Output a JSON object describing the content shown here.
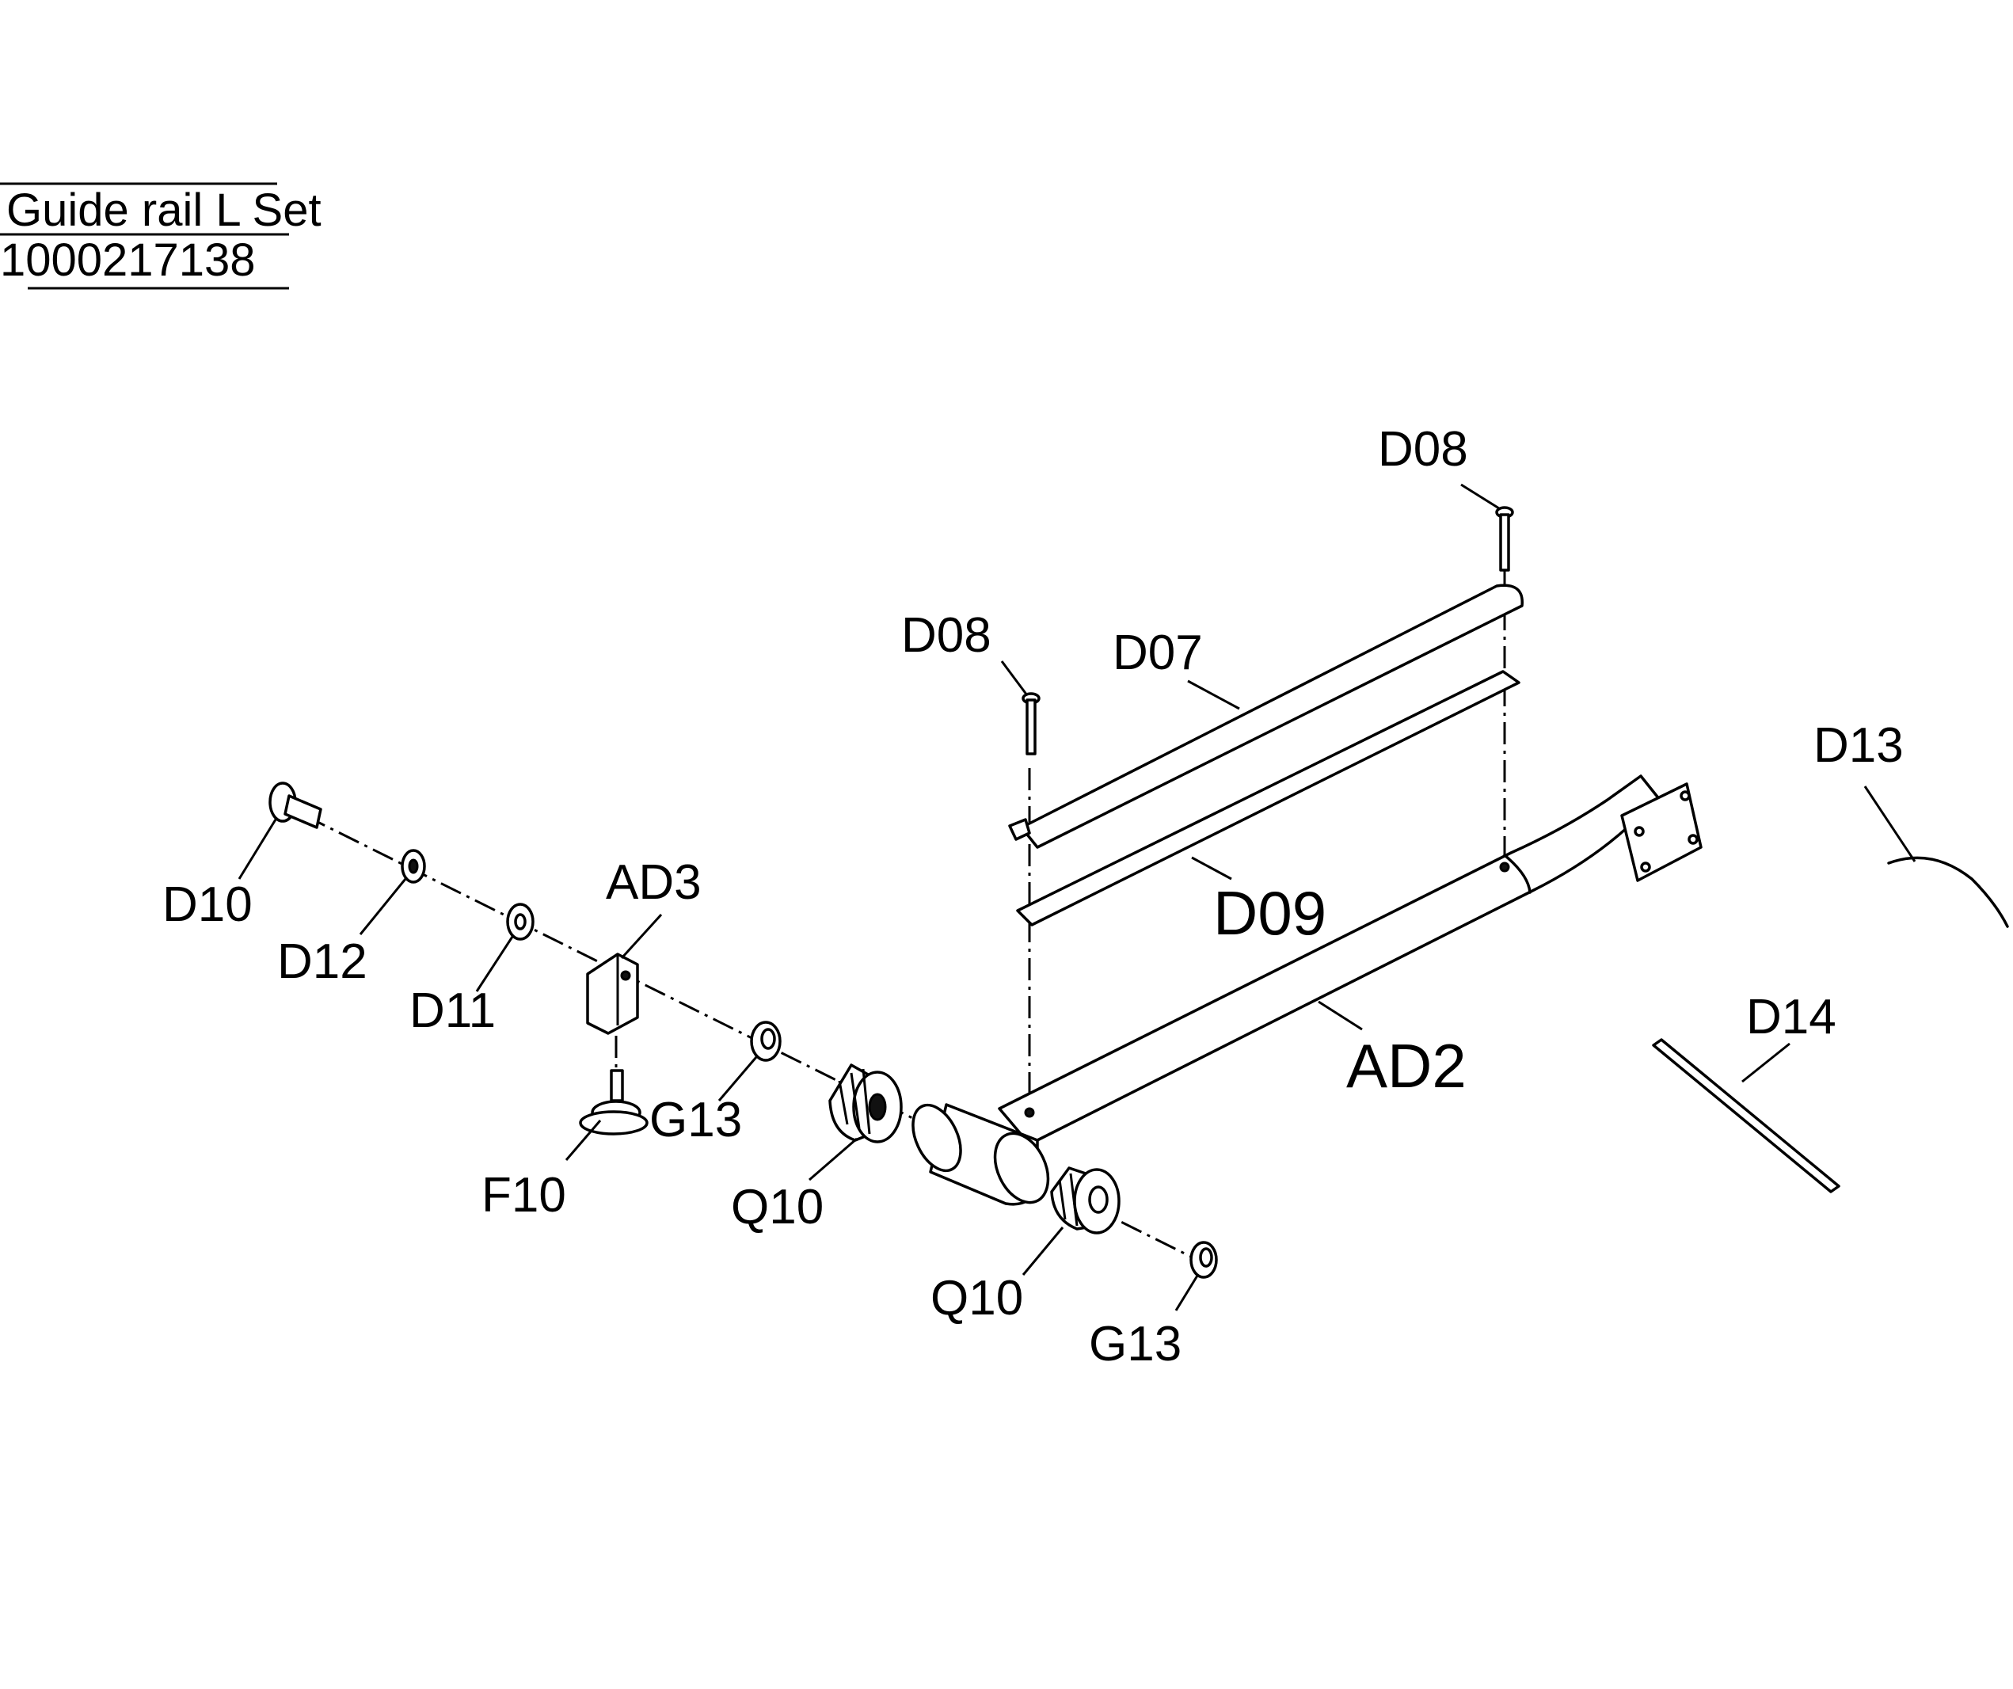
{
  "title_block": {
    "name": "Guide rail L Set",
    "part_number": "1000217138"
  },
  "callouts": {
    "d08_upper": "D08",
    "d08_lower": "D08",
    "d07": "D07",
    "d09": "D09",
    "d13": "D13",
    "d14": "D14",
    "ad2": "AD2",
    "ad3": "AD3",
    "d10": "D10",
    "d12": "D12",
    "d11": "D11",
    "g13_left": "G13",
    "g13_right": "G13",
    "f10": "F10",
    "q10_left": "Q10",
    "q10_right": "Q10"
  }
}
